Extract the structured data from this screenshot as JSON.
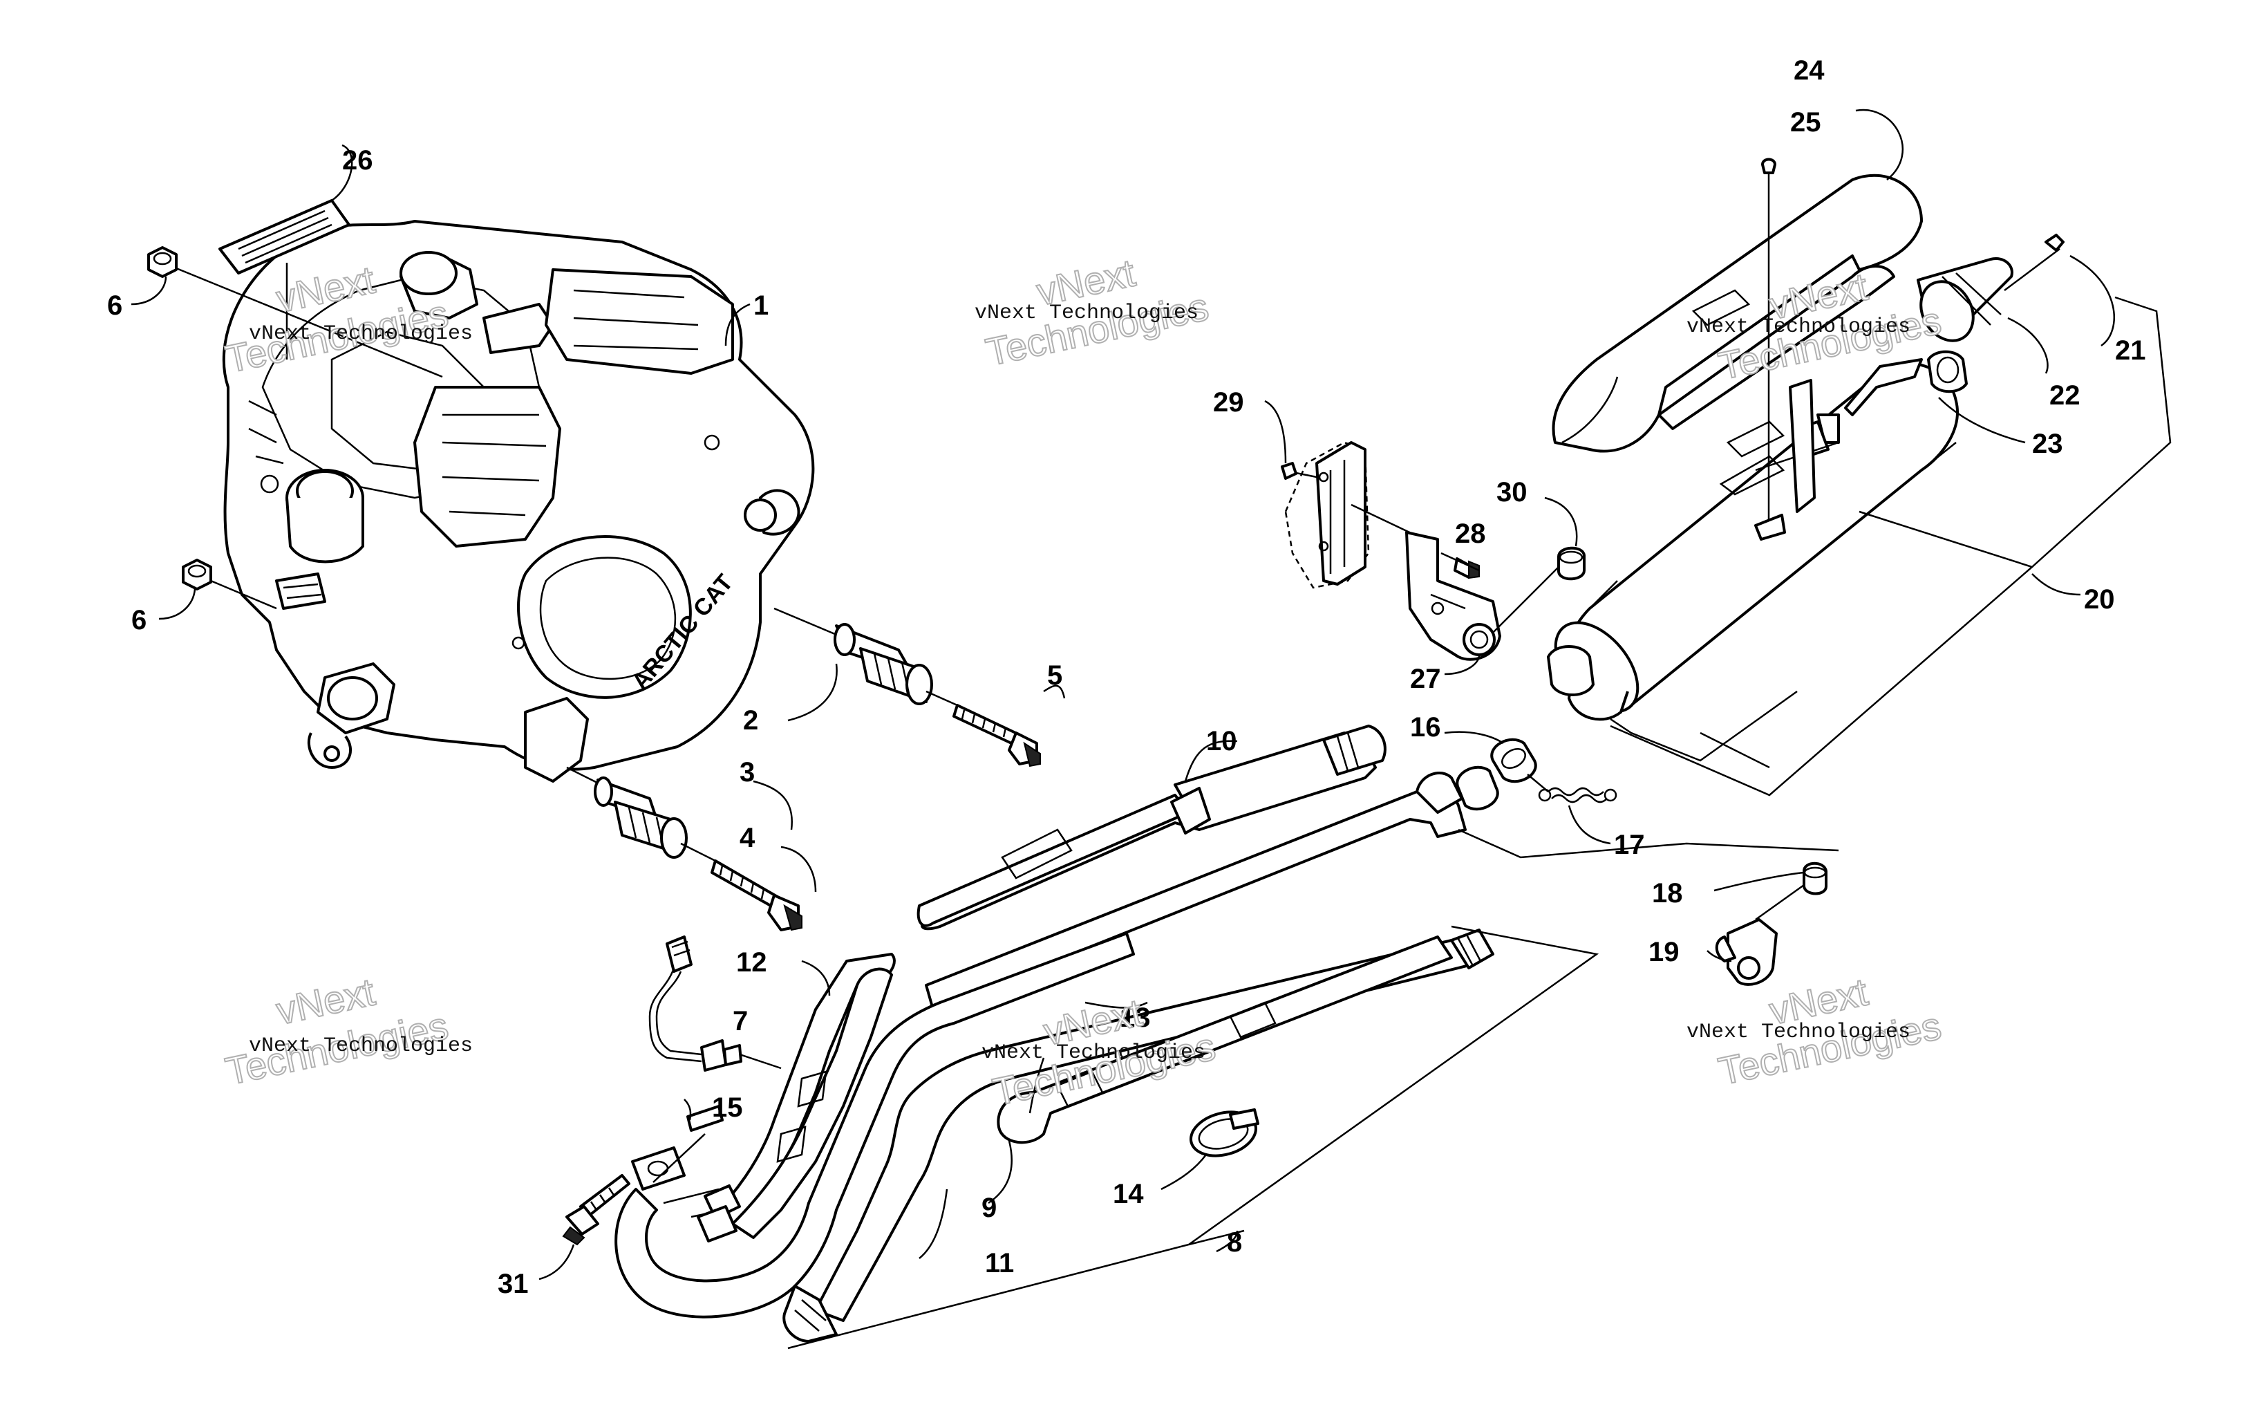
{
  "diagram": {
    "callouts": [
      {
        "id": "1",
        "label": "1"
      },
      {
        "id": "2",
        "label": "2"
      },
      {
        "id": "3",
        "label": "3"
      },
      {
        "id": "4",
        "label": "4"
      },
      {
        "id": "5",
        "label": "5"
      },
      {
        "id": "6a",
        "label": "6"
      },
      {
        "id": "6b",
        "label": "6"
      },
      {
        "id": "7",
        "label": "7"
      },
      {
        "id": "8",
        "label": "8"
      },
      {
        "id": "9",
        "label": "9"
      },
      {
        "id": "10",
        "label": "10"
      },
      {
        "id": "11",
        "label": "11"
      },
      {
        "id": "12",
        "label": "12"
      },
      {
        "id": "13",
        "label": "13"
      },
      {
        "id": "14",
        "label": "14"
      },
      {
        "id": "15",
        "label": "15"
      },
      {
        "id": "16",
        "label": "16"
      },
      {
        "id": "17",
        "label": "17"
      },
      {
        "id": "18",
        "label": "18"
      },
      {
        "id": "19",
        "label": "19"
      },
      {
        "id": "20",
        "label": "20"
      },
      {
        "id": "21",
        "label": "21"
      },
      {
        "id": "22",
        "label": "22"
      },
      {
        "id": "23",
        "label": "23"
      },
      {
        "id": "24",
        "label": "24"
      },
      {
        "id": "25",
        "label": "25"
      },
      {
        "id": "26",
        "label": "26"
      },
      {
        "id": "27",
        "label": "27"
      },
      {
        "id": "28",
        "label": "28"
      },
      {
        "id": "29",
        "label": "29"
      },
      {
        "id": "30",
        "label": "30"
      },
      {
        "id": "31",
        "label": "31"
      }
    ],
    "engine_badge": "ARCTIC CAT",
    "watermarks": [
      {
        "line1": "vNext Technologies",
        "line2": "vNext",
        "line3": "Technologies"
      },
      {
        "line1": "vNext Technologies",
        "line2": "vNext",
        "line3": "Technologies"
      },
      {
        "line1": "vNext Technologies",
        "line2": "vNext",
        "line3": "Technologies"
      },
      {
        "line1": "vNext Technologies",
        "line2": "vNext",
        "line3": "Technologies"
      },
      {
        "line1": "vNext Technologies",
        "line2": "vNext",
        "line3": "Technologies"
      },
      {
        "line1": "vNext Technologies",
        "line2": "vNext",
        "line3": "Technologies"
      }
    ]
  }
}
